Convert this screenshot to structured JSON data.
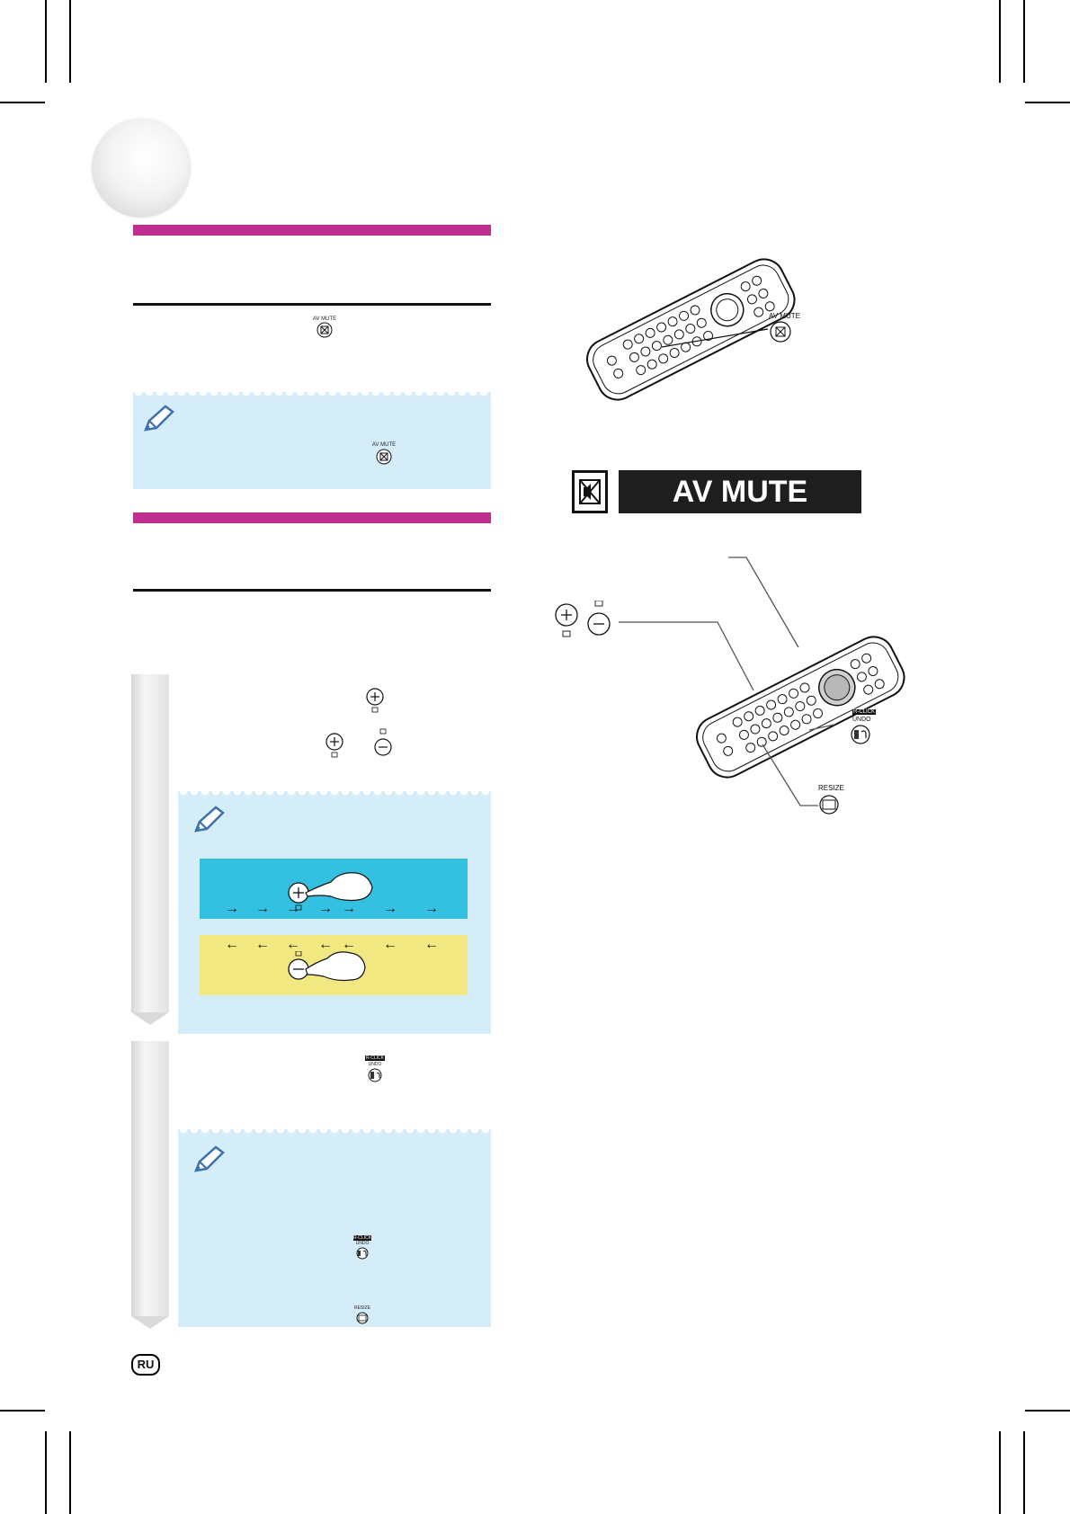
{
  "av_mute_section": {
    "button_label": "AV MUTE",
    "note_button_label": "AV MUTE",
    "remote_callout_label": "AV MUTE",
    "banner_text": "AV MUTE"
  },
  "zoom_section": {
    "resize_callout_label": "RESIZE",
    "rclick_callout_label_top": "R-CLICK",
    "rclick_callout_label_bottom": "UNDO",
    "step2_rclick_top": "R-CLICK",
    "step2_rclick_bottom": "UNDO",
    "note3_rclick_top": "R-CLICK",
    "note3_rclick_bottom": "UNDO",
    "note3_resize_label": "RESIZE"
  },
  "footer": {
    "language_badge": "RU"
  }
}
